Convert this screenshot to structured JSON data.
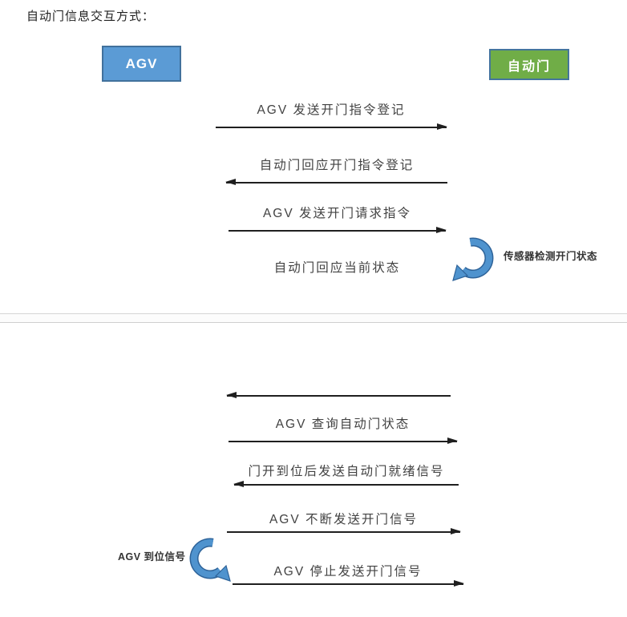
{
  "title": "自动门信息交互方式：",
  "actors": {
    "agv": {
      "label": "AGV"
    },
    "door": {
      "label": "自动门"
    }
  },
  "top_messages": {
    "m1": {
      "label": "AGV 发送开门指令登记",
      "direction": "right",
      "from": "AGV",
      "to": "自动门"
    },
    "m2": {
      "label": "自动门回应开门指令登记",
      "direction": "left",
      "from": "自动门",
      "to": "AGV"
    },
    "m3": {
      "label": "AGV 发送开门请求指令",
      "direction": "right",
      "from": "AGV",
      "to": "自动门"
    },
    "m4": {
      "label": "自动门回应当前状态",
      "direction": "left",
      "from": "自动门",
      "to": "AGV"
    }
  },
  "top_annotation": {
    "label": "传感器检测开门状态",
    "icon": "curved-arrow-clockwise-icon"
  },
  "bottom_messages": {
    "m6": {
      "label": "AGV 查询自动门状态",
      "direction": "right",
      "from": "AGV",
      "to": "自动门"
    },
    "m7": {
      "label": "门开到位后发送自动门就绪信号",
      "direction": "left",
      "from": "自动门",
      "to": "AGV"
    },
    "m8": {
      "label": "AGV 不断发送开门信号",
      "direction": "right",
      "from": "AGV",
      "to": "自动门"
    },
    "m9": {
      "label": "AGV 停止发送开门信号",
      "direction": "right",
      "from": "AGV",
      "to": "自动门"
    }
  },
  "bottom_annotation": {
    "label": "AGV 到位信号",
    "icon": "curved-arrow-counterclockwise-icon"
  },
  "icons": {
    "arrow-right-icon": "solid black triangle arrowhead pointing right",
    "arrow-left-icon": "solid black triangle arrowhead pointing left",
    "curved-arrow-clockwise-icon": "blue thick arc curving clockwise, arrowhead at bottom-left",
    "curved-arrow-counterclockwise-icon": "blue thick arc curving counterclockwise, arrowhead at bottom-right"
  },
  "colors": {
    "agv_box_fill": "#5b9bd5",
    "agv_box_border": "#41719c",
    "door_box_fill": "#70ad47",
    "door_box_border": "#44759d",
    "arrow_line": "#1f1f1f",
    "curved_arrow_fill": "#4f93ce",
    "curved_arrow_outline": "#2e6399",
    "label_text": "#424242",
    "divider_line": "#d5d5d5",
    "background": "#ffffff"
  }
}
